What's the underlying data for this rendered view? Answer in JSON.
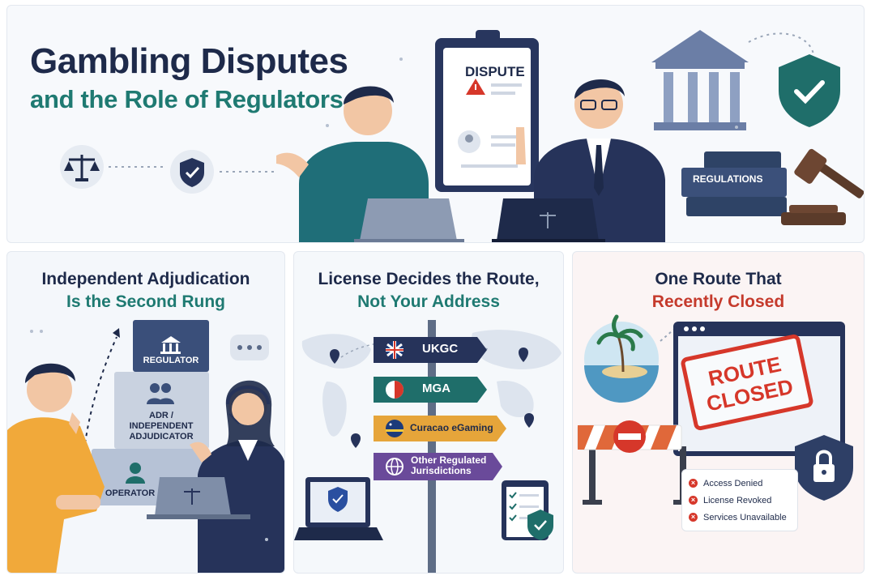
{
  "header": {
    "title": "Gambling Disputes",
    "subtitle": "and the Role of Regulators",
    "document_label": "DISPUTE",
    "book_label": "REGULATIONS",
    "icons": [
      "scales-icon",
      "shield-check-icon",
      "courthouse-icon",
      "gavel-icon"
    ],
    "colors": {
      "navy": "#1e2a4a",
      "teal": "#1f7a72",
      "red": "#d6372a"
    }
  },
  "panel1": {
    "title": "Independent Adjudication",
    "subtitle": "Is the Second Rung",
    "steps": [
      "REGULATOR",
      "ADR / INDEPENDENT ADJUDICATOR",
      "OPERATOR"
    ]
  },
  "panel2": {
    "title": "License Decides the Route,",
    "subtitle": "Not Your Address",
    "signs": [
      "UKGC",
      "MGA",
      "Curacao eGaming",
      "Other Regulated Jurisdictions"
    ]
  },
  "panel3": {
    "title": "One Route That",
    "subtitle": "Recently Closed",
    "stamp": "ROUTE CLOSED",
    "status_items": [
      "Access Denied",
      "License Revoked",
      "Services Unavailable"
    ]
  }
}
